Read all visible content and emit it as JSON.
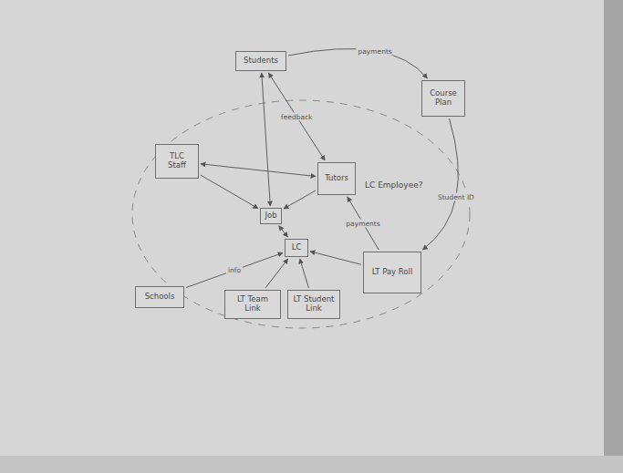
{
  "diagram": {
    "nodes": [
      {
        "text": [
          "Students"
        ]
      },
      {
        "text": [
          "Course Plan"
        ]
      },
      {
        "text": [
          "TLC Staff"
        ]
      },
      {
        "text": [
          "Tutors"
        ]
      },
      {
        "text": [
          "Job"
        ]
      },
      {
        "text": [
          "LC"
        ]
      },
      {
        "text": [
          "Schools"
        ]
      },
      {
        "text": [
          "LT Team Link"
        ]
      },
      {
        "text": [
          "LT Student Link"
        ]
      },
      {
        "text": [
          "LT Pay Roll"
        ]
      }
    ],
    "edges": [
      {
        "from": 0,
        "to": 1,
        "label": "payments",
        "arrow": "to"
      },
      {
        "from": 1,
        "to": 9,
        "label": "Student ID",
        "arrow": "to"
      },
      {
        "from": 0,
        "to": 4,
        "arrow": "both"
      },
      {
        "from": 0,
        "to": 3,
        "label": "feedback",
        "arrow": "both"
      },
      {
        "from": 2,
        "to": 3,
        "arrow": "both"
      },
      {
        "from": 2,
        "to": 4,
        "arrow": "to"
      },
      {
        "from": 3,
        "to": 4,
        "arrow": "to"
      },
      {
        "from": 4,
        "to": 5,
        "arrow": "both"
      },
      {
        "from": 6,
        "to": 5,
        "label": "info",
        "arrow": "to"
      },
      {
        "from": 7,
        "to": 5,
        "arrow": "to"
      },
      {
        "from": 8,
        "to": 5,
        "arrow": "to"
      },
      {
        "from": 9,
        "to": 5,
        "arrow": "to"
      },
      {
        "from": 9,
        "to": 3,
        "label": "payments",
        "arrow": "to"
      }
    ],
    "labels": [
      "LC Employee?"
    ]
  }
}
